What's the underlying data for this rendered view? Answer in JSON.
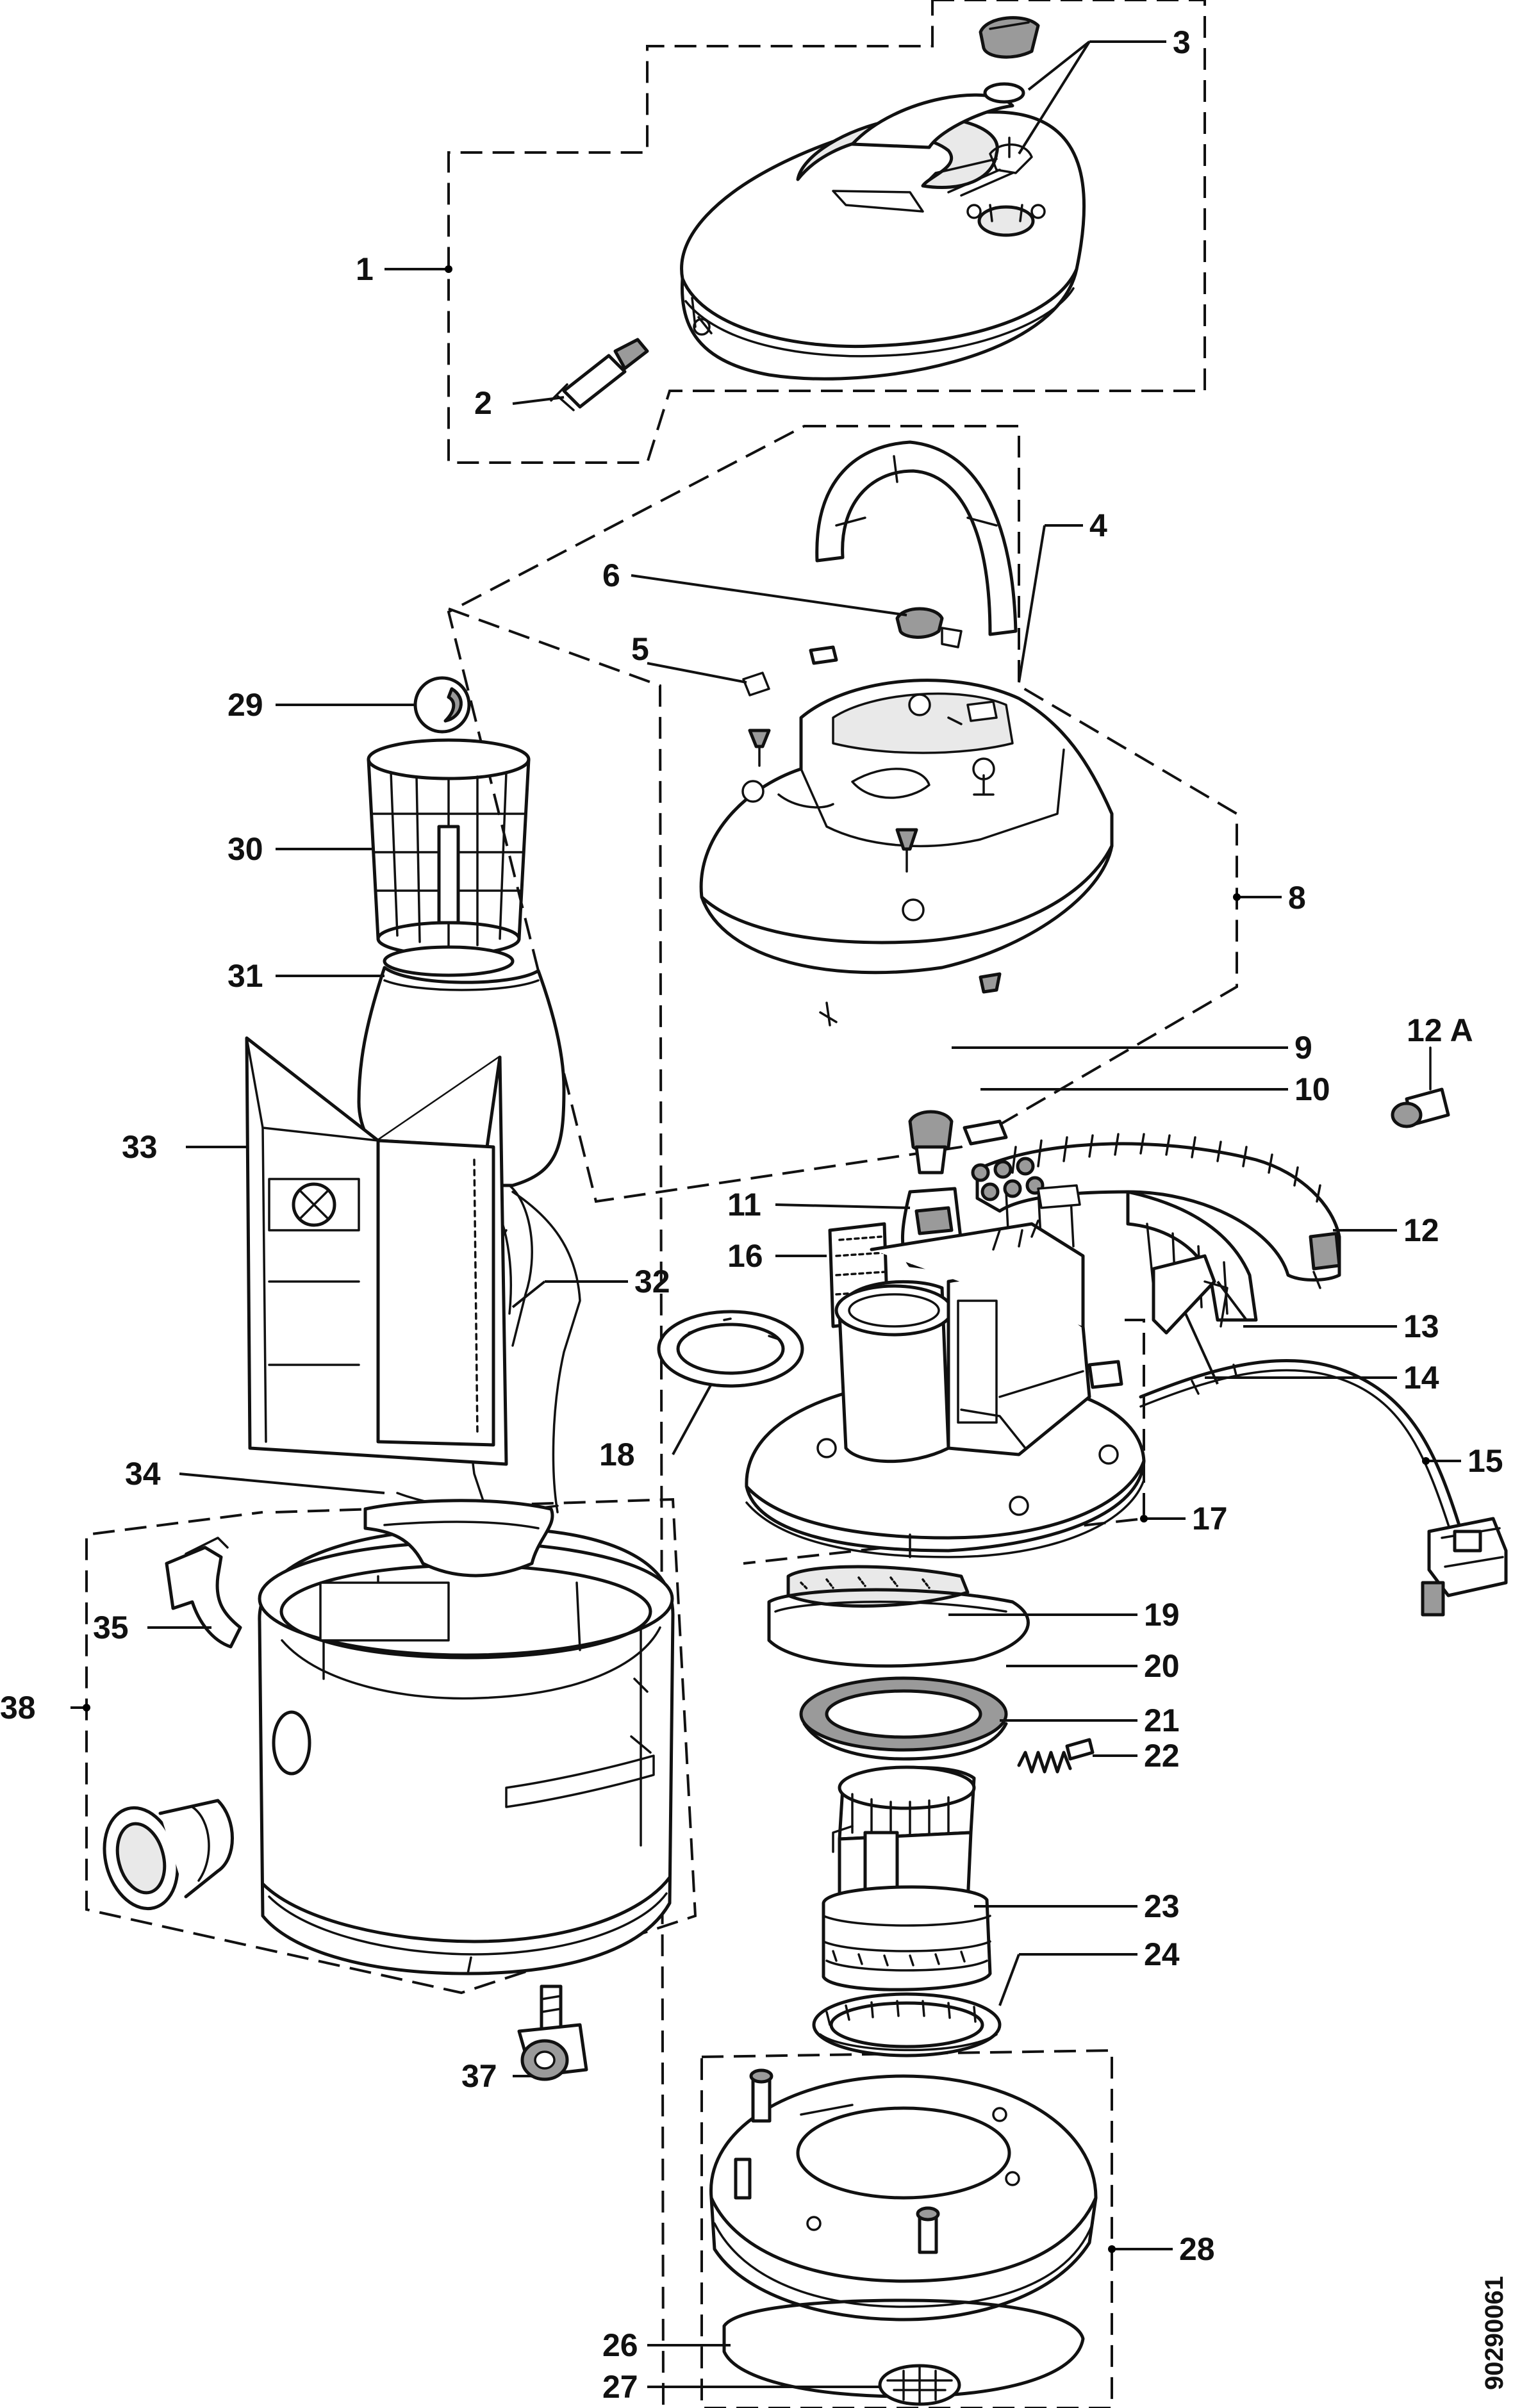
{
  "part_labels": {
    "p1": "1",
    "p2": "2",
    "p3": "3",
    "p4": "4",
    "p5": "5",
    "p6": "6",
    "p8": "8",
    "p9": "9",
    "p10": "10",
    "p11": "11",
    "p12": "12",
    "p12a": "12 A",
    "p13": "13",
    "p14": "14",
    "p15": "15",
    "p16": "16",
    "p17": "17",
    "p18": "18",
    "p19": "19",
    "p20": "20",
    "p21": "21",
    "p22": "22",
    "p23": "23",
    "p24": "24",
    "p26": "26",
    "p27": "27",
    "p28": "28",
    "p29": "29",
    "p30": "30",
    "p31": "31",
    "p32": "32",
    "p33": "33",
    "p34": "34",
    "p35": "35",
    "p37": "37",
    "p38": "38"
  },
  "drawing_reference": "90290061"
}
